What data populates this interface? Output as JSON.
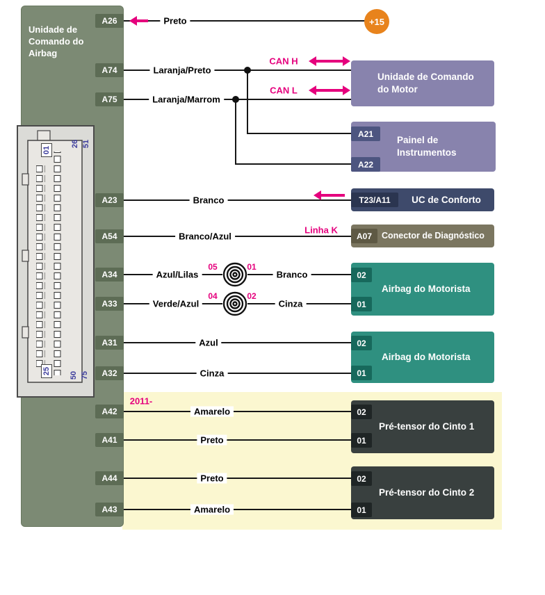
{
  "main_unit": {
    "title": "Unidade de Comando do Airbag",
    "connector_numbers": {
      "n01": "01",
      "n26": "26",
      "n51": "51",
      "n25": "25",
      "n50": "50",
      "n75": "75"
    }
  },
  "power_label": "+15",
  "notes": {
    "can_h": "CAN H",
    "can_l": "CAN L",
    "linha_k": "Linha K",
    "year": "2011-"
  },
  "rows": [
    {
      "pin": "A26",
      "wire": "Preto"
    },
    {
      "pin": "A74",
      "wire": "Laranja/Preto"
    },
    {
      "pin": "A75",
      "wire": "Laranja/Marrom"
    },
    {
      "pin": "A23",
      "wire": "Branco"
    },
    {
      "pin": "A54",
      "wire": "Branco/Azul"
    },
    {
      "pin": "A34",
      "wire": "Azul/Lilas",
      "coil_left": "05",
      "coil_right": "01",
      "wire_out": "Branco"
    },
    {
      "pin": "A33",
      "wire": "Verde/Azul",
      "coil_left": "04",
      "coil_right": "02",
      "wire_out": "Cinza"
    },
    {
      "pin": "A31",
      "wire": "Azul"
    },
    {
      "pin": "A32",
      "wire": "Cinza"
    },
    {
      "pin": "A42",
      "wire": "Amarelo"
    },
    {
      "pin": "A41",
      "wire": "Preto"
    },
    {
      "pin": "A44",
      "wire": "Preto"
    },
    {
      "pin": "A43",
      "wire": "Amarelo"
    }
  ],
  "boxes": {
    "motor": {
      "title": "Unidade de Comando do Motor"
    },
    "painel": {
      "title": "Painel de Instrumentos",
      "pins": [
        "A21",
        "A22"
      ]
    },
    "conforto": {
      "tab": "T23/A11",
      "title": "UC de Conforto"
    },
    "diagnostico": {
      "tab": "A07",
      "title": "Conector de Diagnóstico"
    },
    "airbag1": {
      "title": "Airbag do Motorista",
      "pins": [
        "02",
        "01"
      ]
    },
    "airbag2": {
      "title": "Airbag do Motorista",
      "pins": [
        "02",
        "01"
      ]
    },
    "cinto1": {
      "title": "Pré-tensor do Cinto 1",
      "pins": [
        "02",
        "01"
      ]
    },
    "cinto2": {
      "title": "Pré-tensor do Cinto 2",
      "pins": [
        "02",
        "01"
      ]
    }
  },
  "colors": {
    "magenta": "#e5007d",
    "orange": "#e8831c",
    "olive": "#7c8a74",
    "purple": "#8883ad",
    "navy": "#3e4a6b",
    "khaki": "#7b7660",
    "teal": "#2f9080",
    "dark_gray": "#39403f",
    "yellow_bg": "#fbf7d0"
  }
}
